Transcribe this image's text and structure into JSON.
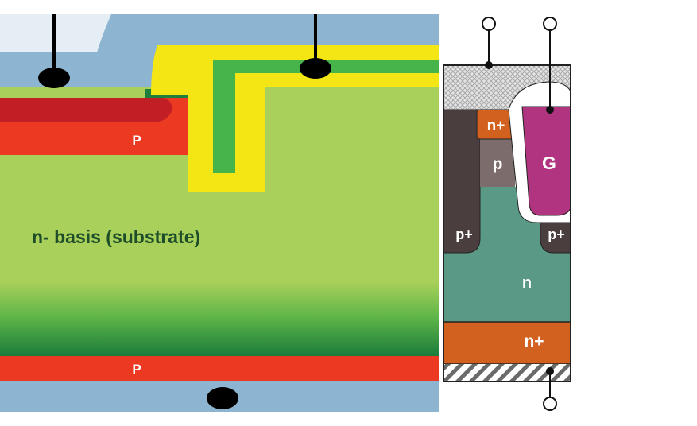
{
  "left_diagram": {
    "substrate_label": "n- basis (substrate)",
    "top_p_label": "P",
    "bottom_p_label": "P"
  },
  "right_diagram": {
    "n_plus_top_label": "n+",
    "p_label": "p",
    "gate_label": "G",
    "p_plus_left_label": "p+",
    "p_plus_right_label": "p+",
    "n_label": "n",
    "n_plus_bottom_label": "n+"
  },
  "colors": {
    "oxide_blue": "#8db4d0",
    "substrate_green": "#a8d05a",
    "p_red": "#ec3a22",
    "gate_yellow": "#f3e614",
    "gate_green": "#46b44a",
    "n_teal": "#5a9986",
    "n_plus_orange": "#d2611f",
    "gate_magenta": "#b0347f",
    "p_plus_dark": "#4a3f3e"
  }
}
